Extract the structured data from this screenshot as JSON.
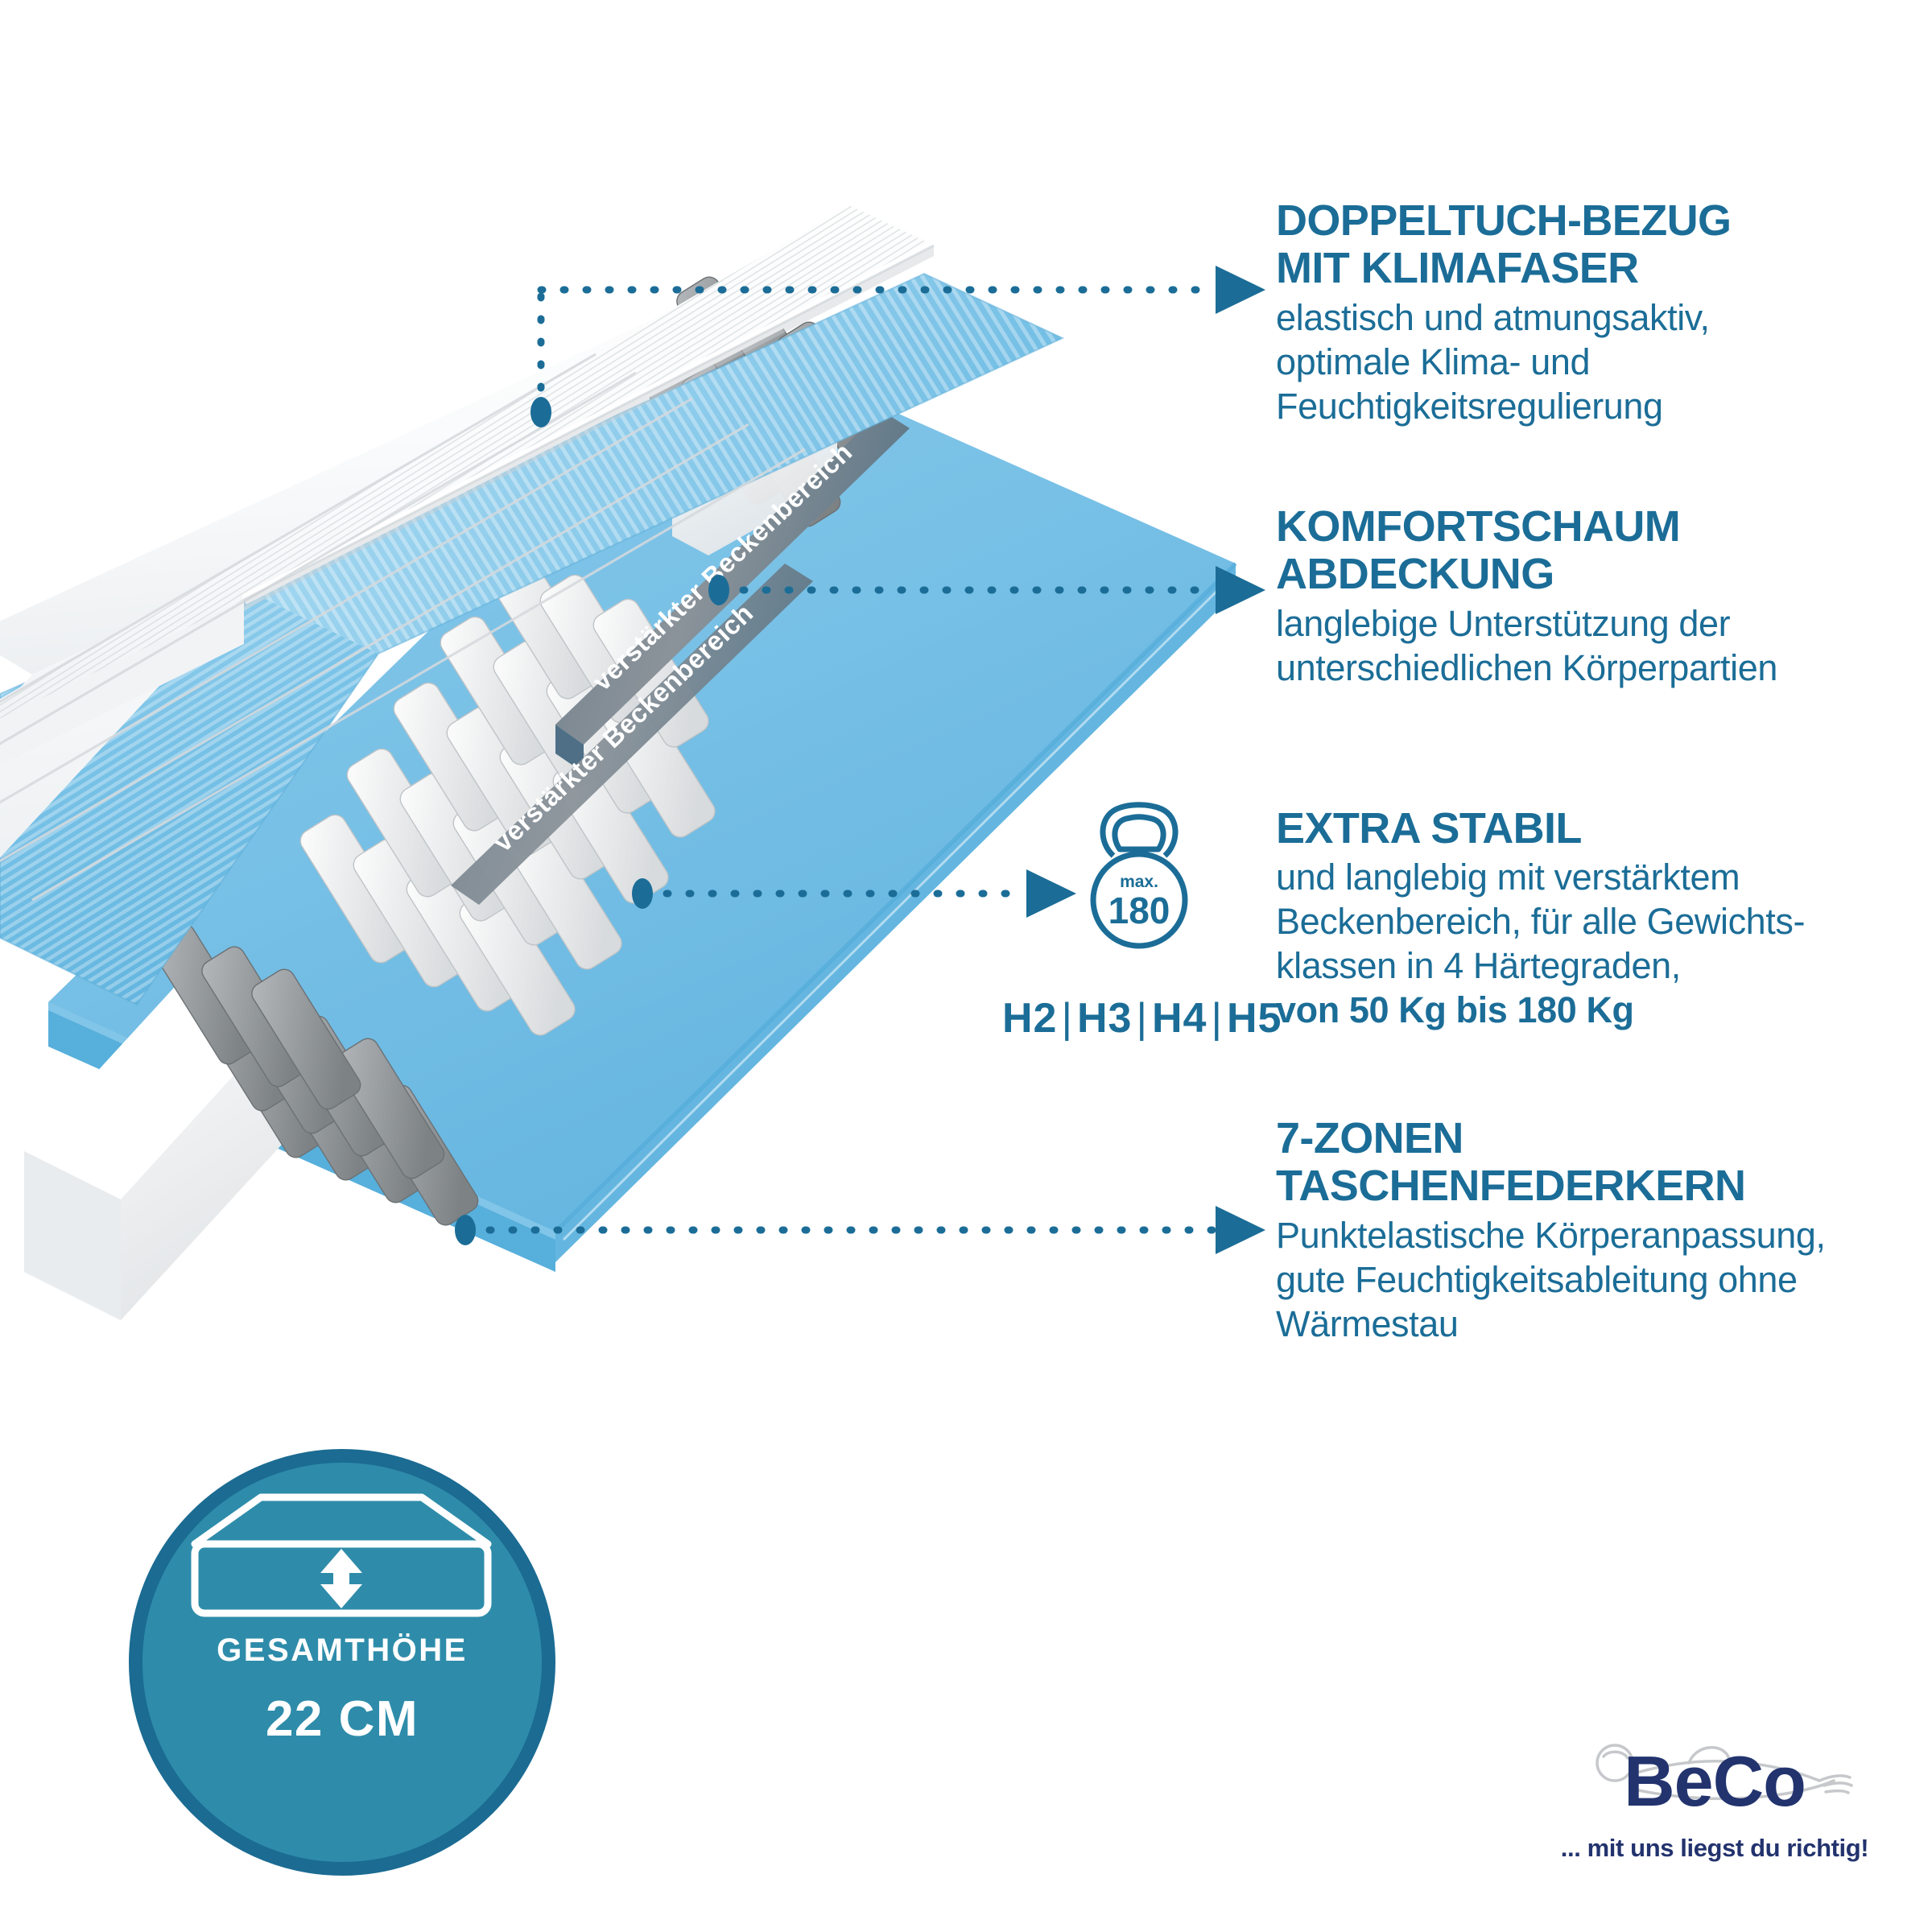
{
  "product": {
    "type": "mattress-cutaway-infographic",
    "brand": "BeCo"
  },
  "colors": {
    "headline_blue": "#1b6d97",
    "body_blue": "#1b6d97",
    "badge_fill": "#2e8caa",
    "badge_ring": "#1b6b92",
    "foam_blue": "#7ec3e8",
    "logo_navy": "#22336e",
    "leader_blue": "#1b6d97"
  },
  "callouts": [
    {
      "id": "doppeltuch-bezug",
      "title_line1": "DOPPELTUCH-BEZUG",
      "title_line2": "MIT KLIMAFASER",
      "body_line1": "elastisch und atmungsaktiv,",
      "body_line2": "optimale Klima- und",
      "body_line3": "Feuchtigkeitsregulierung"
    },
    {
      "id": "komfortschaum-abdeckung",
      "title_line1": "KOMFORTSCHAUM",
      "title_line2": "ABDECKUNG",
      "body_line1": "langlebige Unterstützung der",
      "body_line2": "unterschiedlichen Körperpartien",
      "body_line3": ""
    },
    {
      "id": "extra-stabil",
      "title_line1": "EXTRA STABIL",
      "title_line2": "",
      "body_line1": "und langlebig mit verstärktem",
      "body_line2": "Beckenbereich, für alle Gewichts-",
      "body_line3": "klassen in 4 Härtegraden,",
      "body_line4_strong": "von 50 Kg bis 180 Kg"
    },
    {
      "id": "7-zonen-taschenfederkern",
      "title_line1": "7-ZONEN",
      "title_line2": "TASCHENFEDERKERN",
      "body_line1": "Punktelastische Körperanpassung,",
      "body_line2": "gute Feuchtigkeitsableitung ohne",
      "body_line3": "Wärmestau"
    }
  ],
  "kettlebell": {
    "max_label": "max.",
    "max_value": "180"
  },
  "hardness": {
    "grades": [
      "H2",
      "H3",
      "H4",
      "H5"
    ],
    "separator": "|"
  },
  "height_badge": {
    "label": "GESAMTHÖHE",
    "value": "22 CM"
  },
  "mattress_labels": {
    "reinforced_zone_upper": "verstärkter Beckenbereich",
    "reinforced_zone_lower": "verstärkter Beckenbereich"
  },
  "logo": {
    "wordmark": "BeCo",
    "tagline": "... mit uns liegst du richtig!"
  }
}
